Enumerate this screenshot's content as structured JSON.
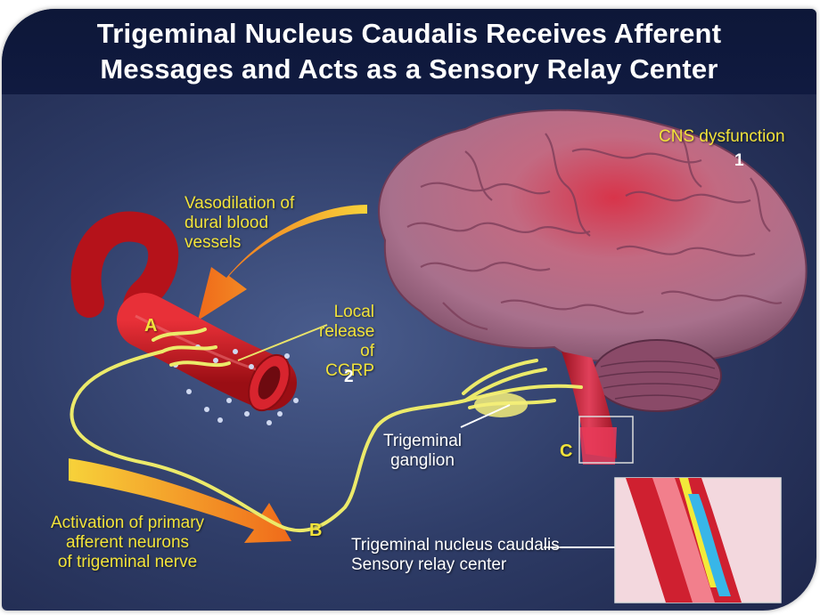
{
  "title": {
    "line1": "Trigeminal Nucleus Caudalis Receives Afferent",
    "line2": "Messages and Acts as a Sensory Relay Center"
  },
  "labels": {
    "cns_dysfunction": "CNS dysfunction",
    "num_1": "1",
    "vasodilation": [
      "Vasodilation of",
      "dural blood",
      "vessels"
    ],
    "local_release": [
      "Local",
      "release",
      "of CGRP"
    ],
    "num_2": "2",
    "trigeminal_ganglion": [
      "Trigeminal",
      "ganglion"
    ],
    "activation": [
      "Activation of primary",
      "afferent neurons",
      "of trigeminal nerve"
    ],
    "nucleus": [
      "Trigeminal nucleus caudalis",
      "Sensory relay center"
    ],
    "letter_a": "A",
    "letter_b": "B",
    "letter_c": "C"
  },
  "colors": {
    "label_yellow": "#f2e33a",
    "vessel_red": "#c8141c",
    "nerve_yellow": "#ecea6a",
    "arrow_orange": "#f08a1e",
    "background_blue": "#2f3d68"
  }
}
